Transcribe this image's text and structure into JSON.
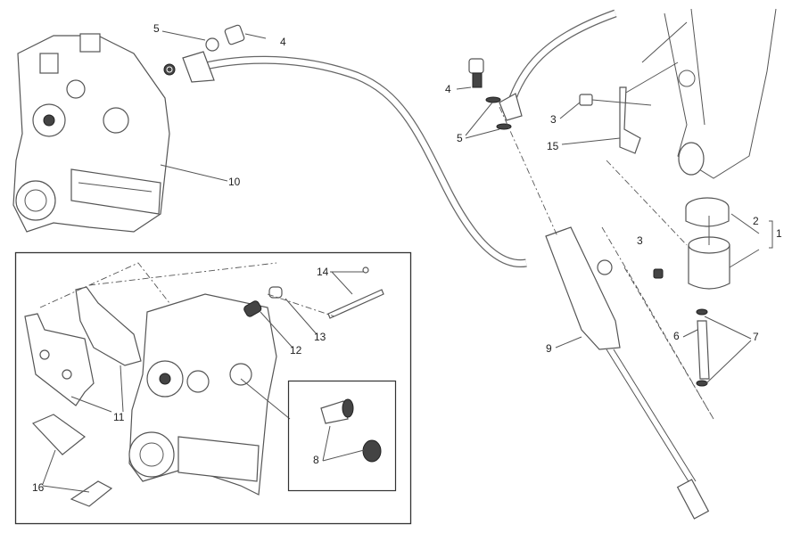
{
  "callouts": {
    "top_caliper": {
      "washer_label": "5",
      "banjo_bolt_label": "4",
      "caliper_label": "10"
    },
    "master_cylinder": {
      "banjo_bolt_label": "4",
      "washer_label": "5",
      "screw_top_label": "3",
      "bracket_label": "15",
      "screw_reservoir_label": "3",
      "cap_label": "2",
      "reservoir_assembly_label": "1",
      "clamp_label": "7",
      "hose_label": "6",
      "pump_label": "9"
    },
    "inset": {
      "pin_label": "14",
      "cap_small_label": "13",
      "bleed_valve_label": "12",
      "pads_label": "11",
      "piston_kit_label": "8",
      "spring_label": "16"
    }
  }
}
